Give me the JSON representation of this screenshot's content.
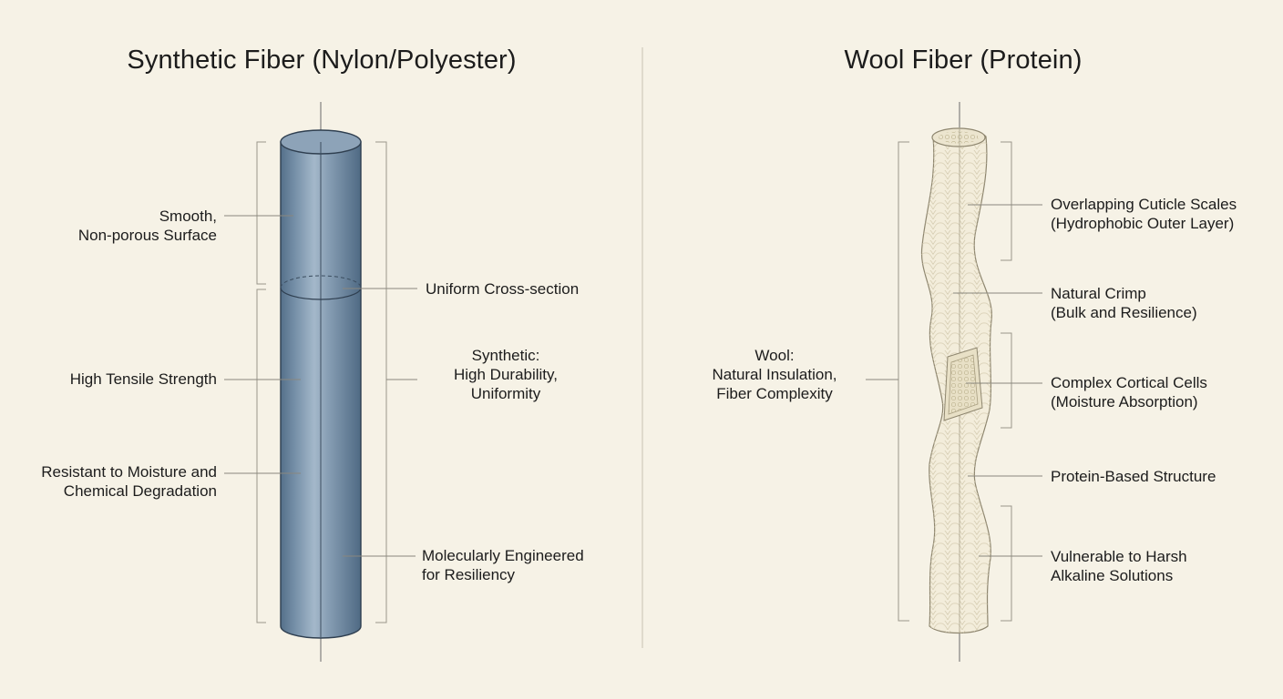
{
  "left_panel": {
    "title": "Synthetic Fiber (Nylon/Polyester)",
    "labels": {
      "smooth": "Smooth,\nNon-porous Surface",
      "tensile": "High Tensile Strength",
      "resistant": "Resistant to Moisture and\nChemical Degradation",
      "uniform_cross": "Uniform Cross-section",
      "summary": "Synthetic:\nHigh Durability,\nUniformity",
      "engineered": "Molecularly Engineered\nfor Resiliency"
    },
    "fiber_color": "#7b93aa"
  },
  "right_panel": {
    "title": "Wool Fiber (Protein)",
    "labels": {
      "summary": "Wool:\nNatural Insulation,\nFiber Complexity",
      "cuticle": "Overlapping Cuticle Scales\n(Hydrophobic Outer Layer)",
      "crimp": "Natural Crimp\n(Bulk and Resilience)",
      "cortical": "Complex Cortical Cells\n(Moisture Absorption)",
      "protein": "Protein-Based Structure",
      "alkaline": "Vulnerable to Harsh\nAlkaline Solutions"
    },
    "fiber_color": "#f2ecd8"
  }
}
